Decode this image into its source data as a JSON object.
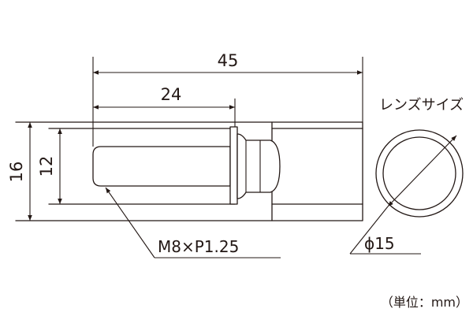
{
  "dimensions": {
    "overall_length": "45",
    "thread_length": "24",
    "outer_height": "16",
    "inner_height": "12",
    "lens_diameter": "ϕ15"
  },
  "labels": {
    "thread_spec": "M8×P1.25",
    "lens_size": "レンズサイズ",
    "unit": "（単位：mm）"
  }
}
